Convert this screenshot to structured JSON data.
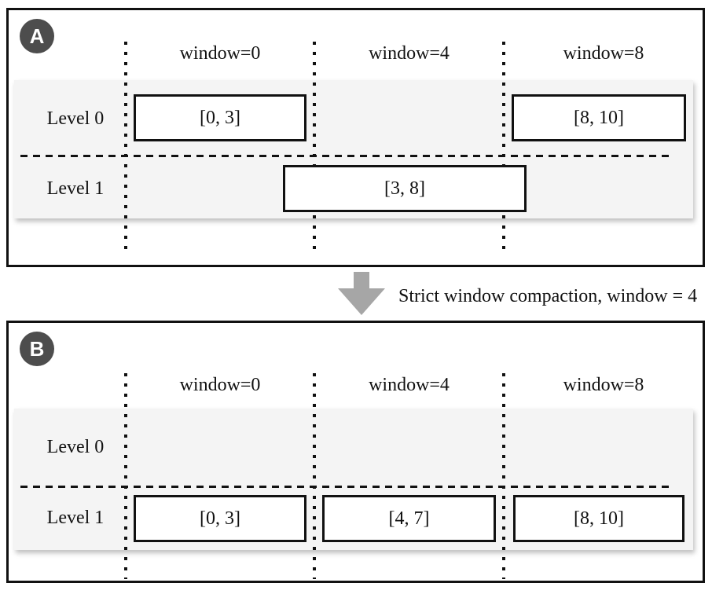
{
  "diagram": {
    "caption": "Strict window compaction, window = 4",
    "panels": [
      {
        "badge": "A",
        "columns": [
          "window=0",
          "window=4",
          "window=8"
        ],
        "rows": [
          "Level 0",
          "Level 1"
        ],
        "boxes": {
          "level0_window0": "[0, 3]",
          "level0_window8": "[8, 10]",
          "level1_span": "[3, 8]"
        }
      },
      {
        "badge": "B",
        "columns": [
          "window=0",
          "window=4",
          "window=8"
        ],
        "rows": [
          "Level 0",
          "Level 1"
        ],
        "boxes": {
          "level1_window0": "[0, 3]",
          "level1_window4": "[4, 7]",
          "level1_window8": "[8, 10]"
        }
      }
    ],
    "colors": {
      "badge_bg": "#4d4d4d",
      "badge_text": "#ffffff",
      "row_band_bg": "#f4f4f4",
      "arrow": "#a6a6a6",
      "line": "#111111"
    }
  }
}
